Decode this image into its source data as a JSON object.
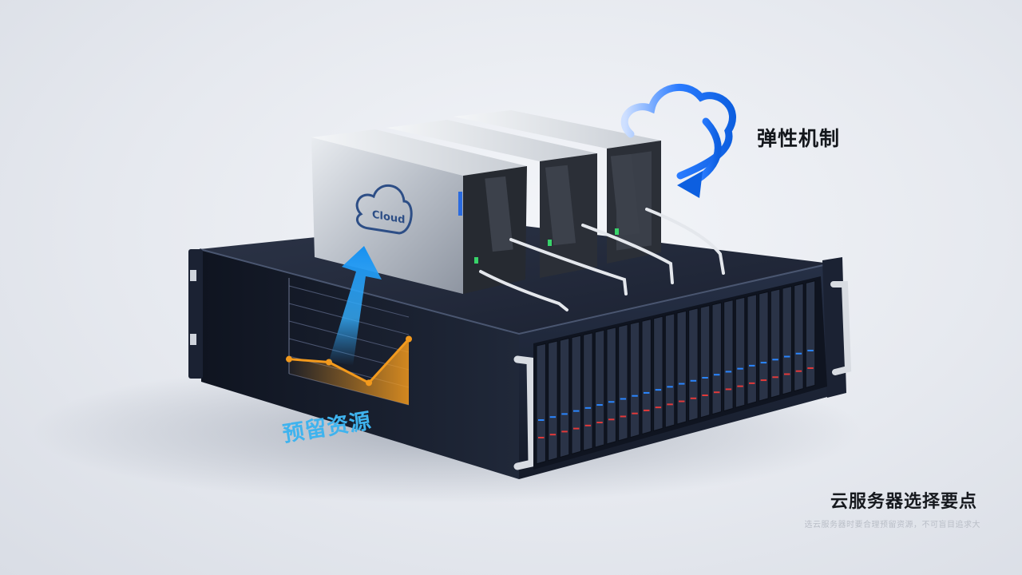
{
  "labels": {
    "elastic": "弹性机制",
    "reserve": "预留资源",
    "title": "云服务器选择要点",
    "subtitle": "选云服务器时要合理预留资源，不可盲目追求大",
    "cloud_badge": "Cloud"
  },
  "chart_data": {
    "type": "line",
    "title": "",
    "xlabel": "",
    "ylabel": "",
    "values": [
      10,
      15,
      8,
      45
    ],
    "ylim": [
      0,
      60
    ],
    "grid": true
  },
  "colors": {
    "accent_blue": "#1f6fe0",
    "arrow_cyan": "#3fb3ee",
    "chart_orange": "#f39a1d",
    "chassis": "#1d2434",
    "drive_led_red": "#e23a3a",
    "drive_led_blue": "#2a86ff"
  },
  "icons": [
    "cloud-icon",
    "elastic-arrow-icon",
    "growth-arrow-icon"
  ]
}
